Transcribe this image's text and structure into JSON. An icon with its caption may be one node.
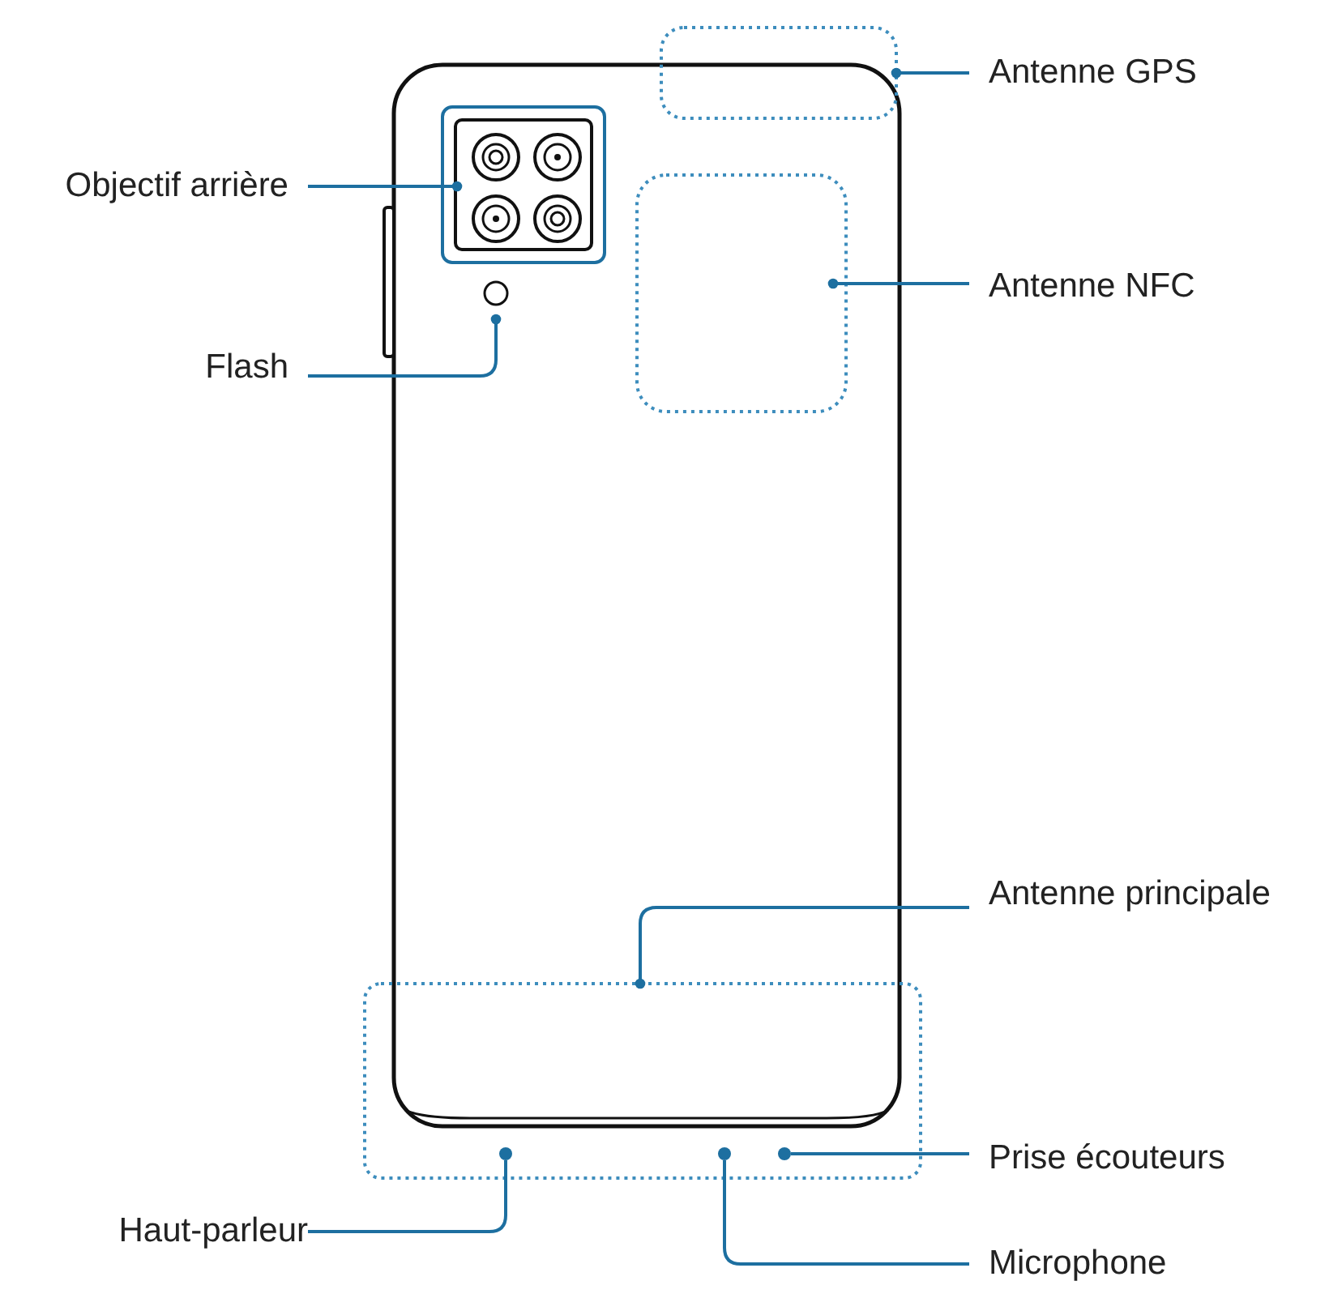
{
  "diagram": {
    "nodes": [
      {
        "text": [
          "Antenne GPS"
        ]
      },
      {
        "text": [],
        "shape": "box"
      },
      {
        "text": [
          "Objectif arrière"
        ]
      },
      {
        "text": [],
        "shape": "box"
      },
      {
        "text": [
          "Antenne NFC"
        ]
      },
      {
        "text": [],
        "shape": "box"
      },
      {
        "text": [
          "Flash"
        ]
      },
      {
        "text": [],
        "shape": "circle"
      },
      {
        "text": [
          "Antenne principale"
        ]
      },
      {
        "text": [],
        "shape": "box"
      },
      {
        "text": [
          "Prise écouteurs"
        ]
      },
      {
        "text": [
          "Haut-parleur"
        ]
      },
      {
        "text": [
          "Microphone"
        ]
      },
      {
        "text": [],
        "shape": "circle",
        "in": 9
      },
      {
        "text": [],
        "shape": "circle",
        "in": 9
      },
      {
        "text": [],
        "shape": "circle",
        "in": 9
      }
    ],
    "edges": [
      {
        "from": 0,
        "to": 1,
        "arrow": "other"
      },
      {
        "from": 2,
        "to": 3,
        "arrow": "other"
      },
      {
        "from": 4,
        "to": 5,
        "arrow": "other"
      },
      {
        "from": 6,
        "to": 7,
        "arrow": "other"
      },
      {
        "from": 8,
        "to": 9,
        "arrow": "other"
      },
      {
        "from": 10,
        "to": 15,
        "arrow": "none"
      },
      {
        "from": 11,
        "to": 13,
        "arrow": "none"
      },
      {
        "from": 12,
        "to": 14,
        "arrow": "none"
      }
    ]
  }
}
